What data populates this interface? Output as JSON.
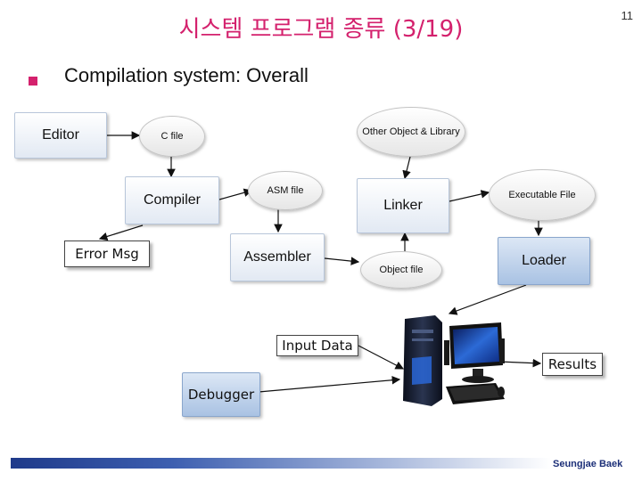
{
  "header": {
    "title": "시스템 프로그램 종류 (3/19)",
    "page_number": "11"
  },
  "heading": {
    "text": "Compilation system: Overall",
    "bullet_color": "#d4216d"
  },
  "nodes": {
    "editor": "Editor",
    "c_file": "C file",
    "other_object": "Other Object & Library",
    "compiler": "Compiler",
    "asm_file": "ASM file",
    "linker": "Linker",
    "executable_file": "Executable File",
    "error_msg": "Error Msg",
    "assembler": "Assembler",
    "object_file": "Object file",
    "loader": "Loader",
    "input_data": "Input Data",
    "results": "Results",
    "debugger": "Debugger"
  },
  "computer": {
    "icon": "desktop-computer-icon"
  },
  "footer": {
    "author": "Seungjae Baek"
  }
}
